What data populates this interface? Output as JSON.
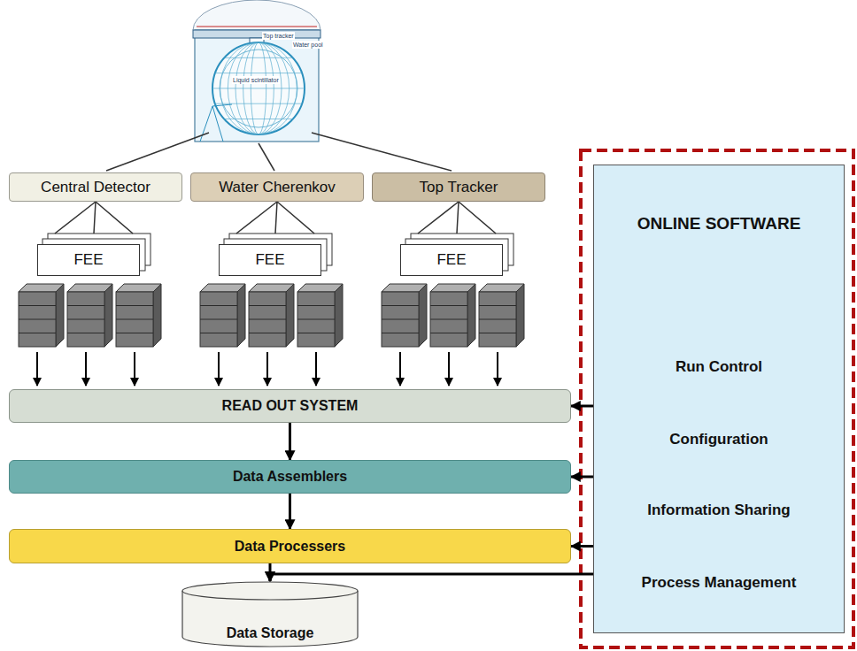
{
  "diagram": {
    "nodes": [
      {
        "text": [
          "Central Detector"
        ]
      },
      {
        "text": [
          "Water Cherenkov"
        ]
      },
      {
        "text": [
          "Top Tracker"
        ]
      },
      {
        "text": [
          "FEE"
        ]
      },
      {
        "text": [
          "FEE"
        ]
      },
      {
        "text": [
          "FEE"
        ]
      },
      {
        "text": [
          "READ OUT SYSTEM"
        ]
      },
      {
        "text": [
          "Data Assemblers"
        ]
      },
      {
        "text": [
          "Data Processers"
        ]
      },
      {
        "text": [
          "Data Storage"
        ]
      },
      {
        "text": [
          "ONLINE SOFTWARE",
          "Run Control",
          "Configuration",
          "Information Sharing",
          "Process Management"
        ]
      }
    ],
    "edges": [
      {
        "from": 0,
        "to": 3,
        "arrow": "none"
      },
      {
        "from": 1,
        "to": 4,
        "arrow": "none"
      },
      {
        "from": 2,
        "to": 5,
        "arrow": "none"
      },
      {
        "from": 6,
        "to": 7,
        "arrow": "to"
      },
      {
        "from": 7,
        "to": 8,
        "arrow": "to"
      },
      {
        "from": 8,
        "to": 9,
        "arrow": "to"
      },
      {
        "from": 10,
        "to": 6,
        "arrow": "to"
      },
      {
        "from": 10,
        "to": 7,
        "arrow": "to"
      },
      {
        "from": 10,
        "to": 8,
        "arrow": "to"
      },
      {
        "from": 10,
        "to": 9,
        "arrow": "to"
      }
    ],
    "labels": [
      "Top tracker",
      "Water pool",
      "Liquid scintillator"
    ]
  }
}
